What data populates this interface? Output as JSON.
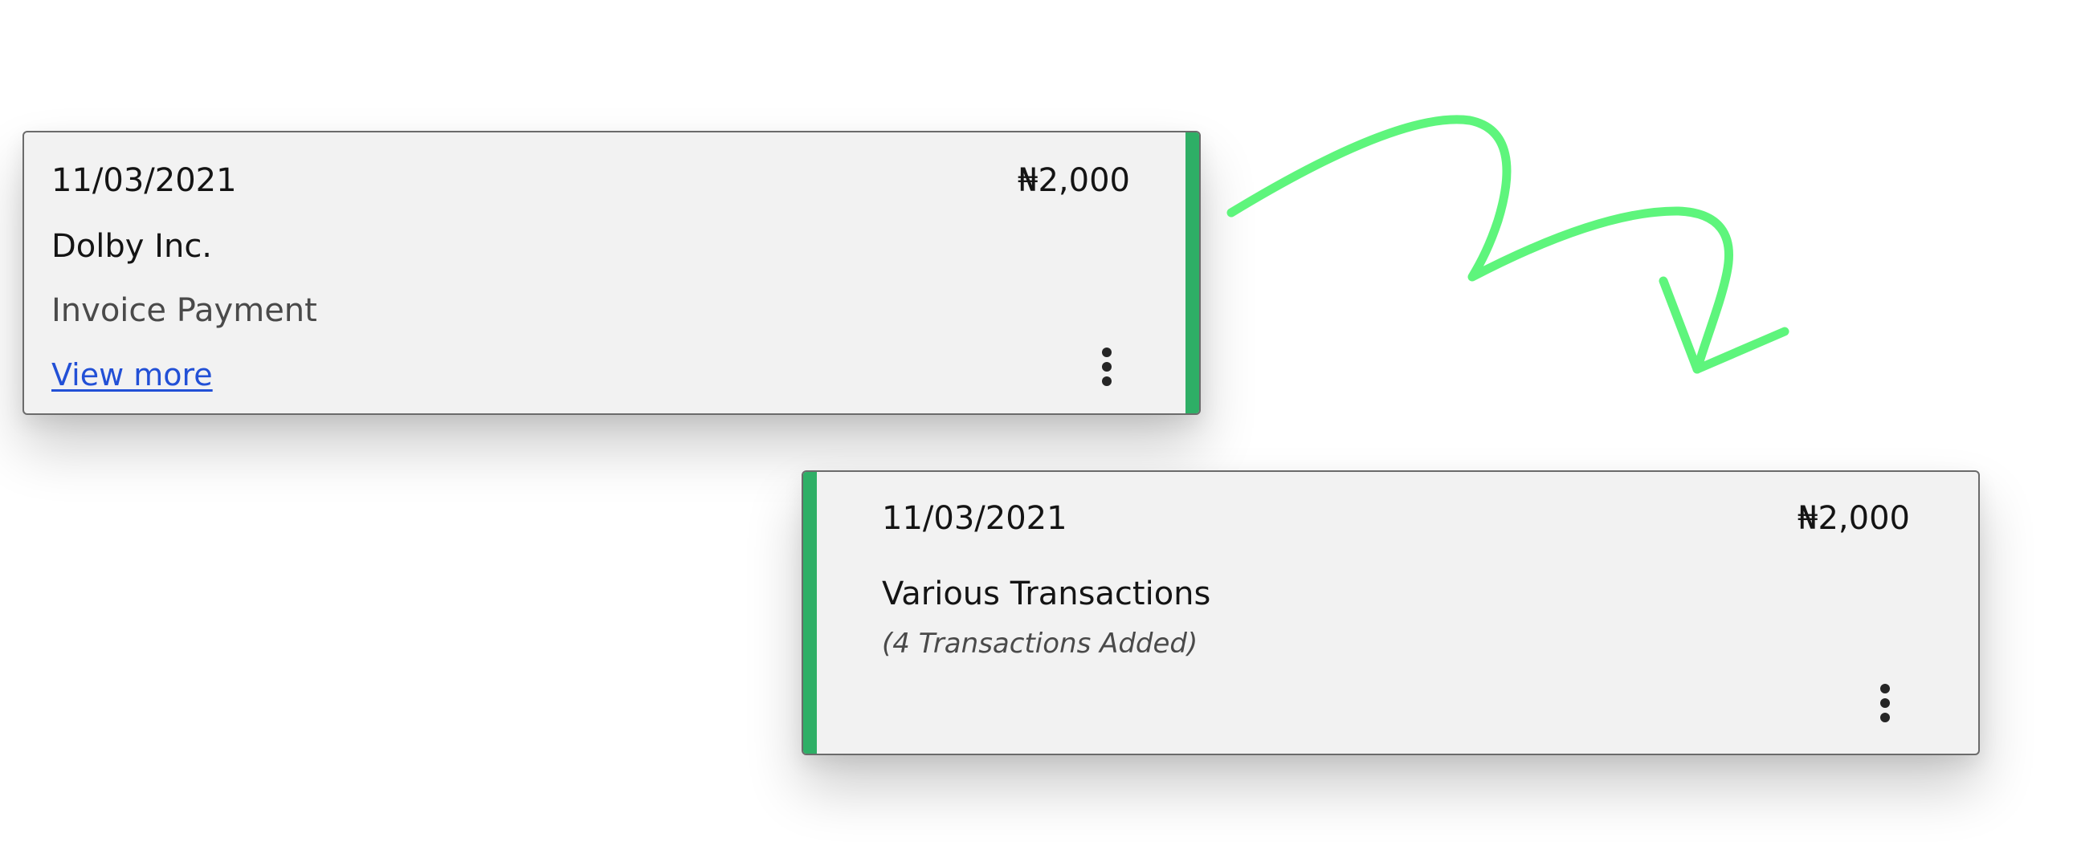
{
  "cards": [
    {
      "date": "11/03/2021",
      "amount": "₦2,000",
      "name": "Dolby Inc.",
      "description": "Invoice Payment",
      "link_label": "View more",
      "menu_icon": "kebab-menu-icon"
    },
    {
      "date": "11/03/2021",
      "amount": "₦2,000",
      "name": "Various Transactions",
      "subtitle": "(4 Transactions Added)",
      "menu_icon": "kebab-menu-icon"
    }
  ],
  "colors": {
    "accent": "#2eaf66",
    "arrow": "#5ef57c",
    "card_background": "#f2f2f2",
    "link": "#2250d6"
  },
  "decoration": {
    "arrow_icon": "curly-arrow-icon"
  }
}
